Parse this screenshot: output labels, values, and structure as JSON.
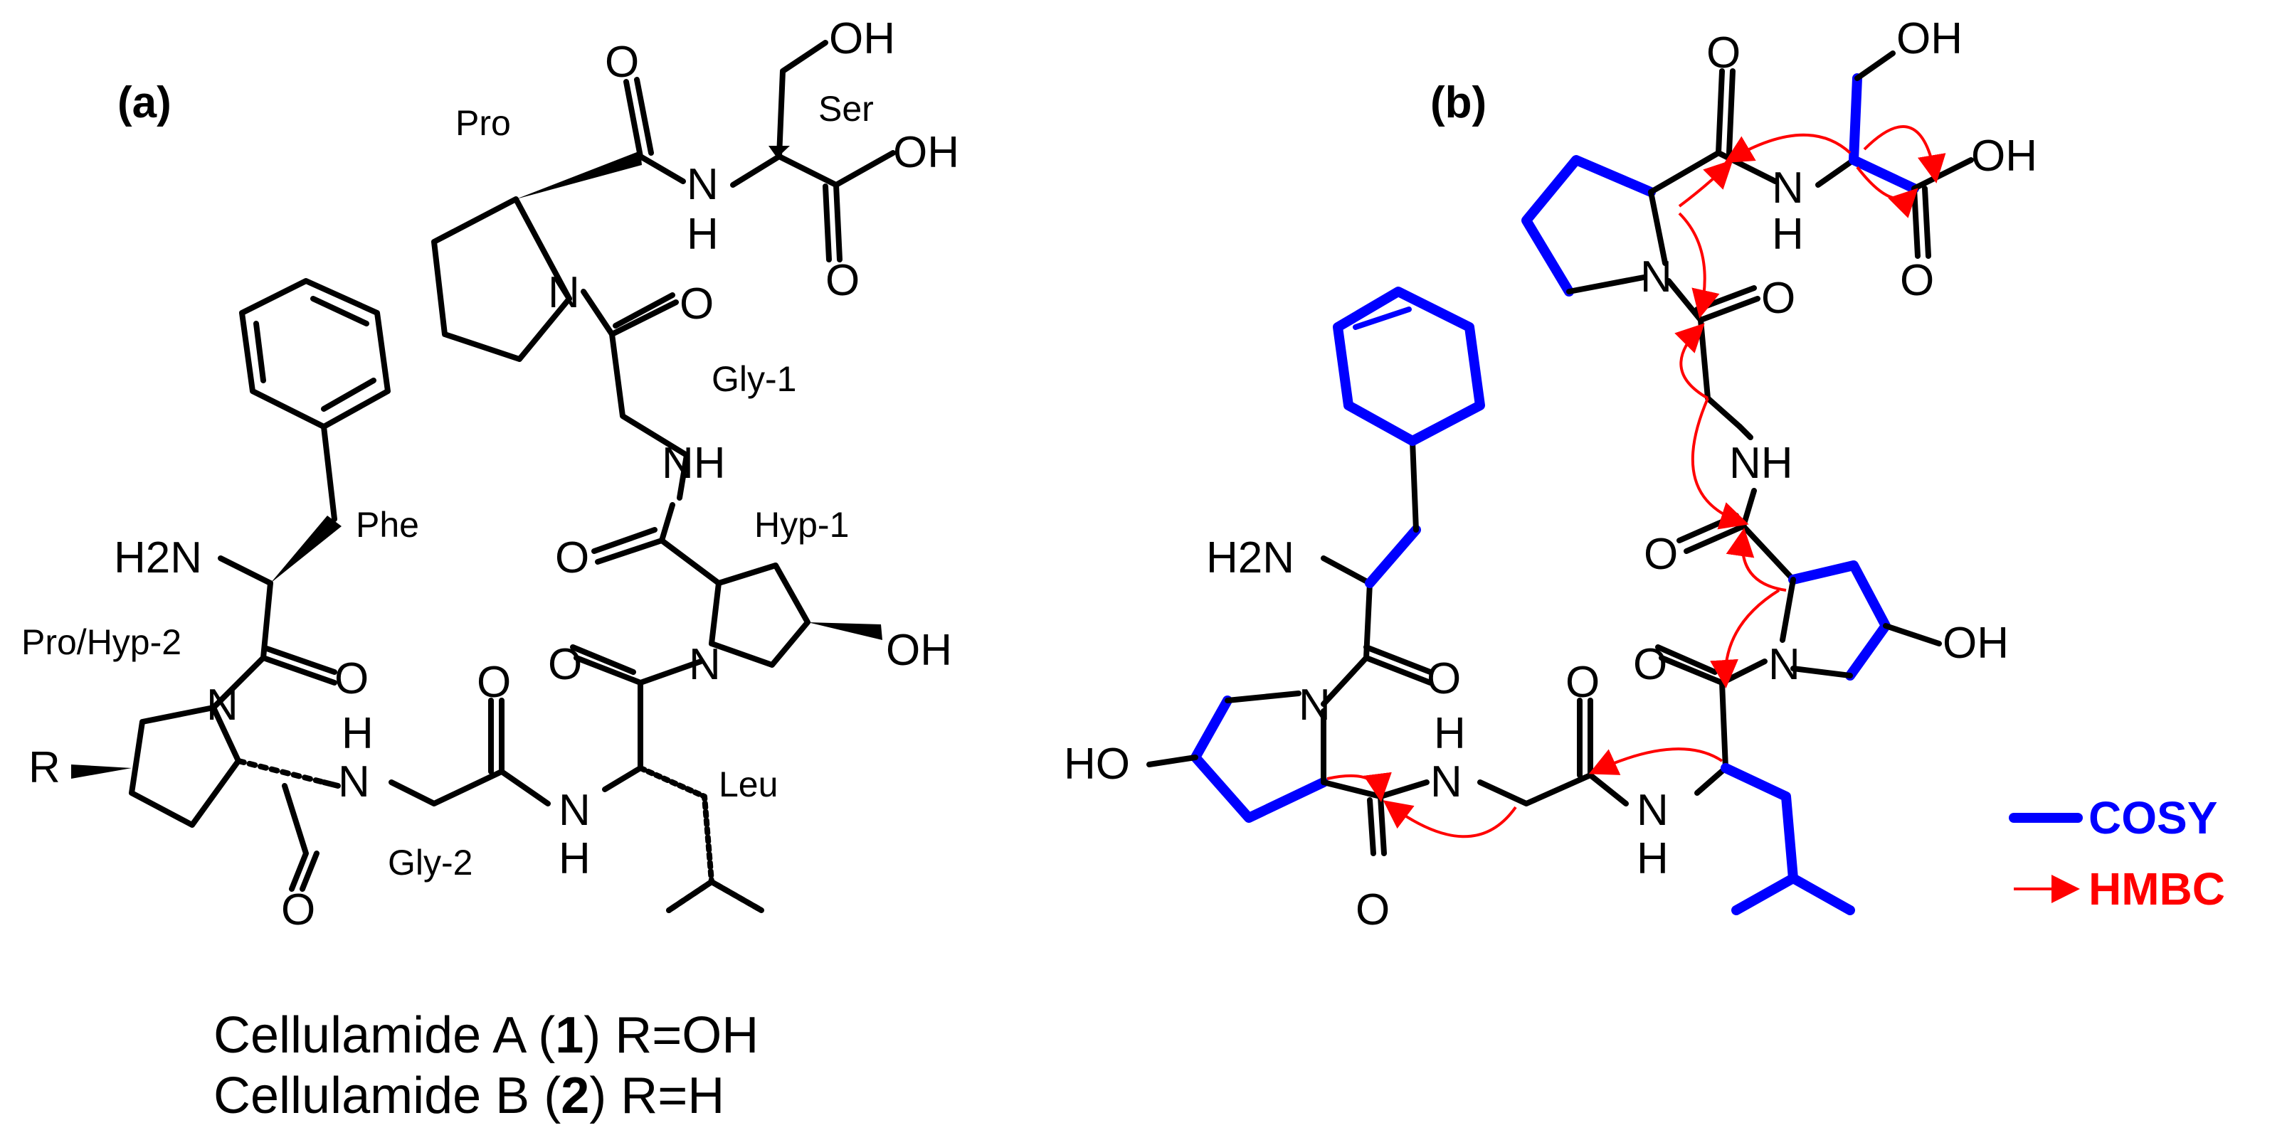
{
  "panels": {
    "a": "(a)",
    "b": "(b)"
  },
  "residues": {
    "pro": "Pro",
    "ser": "Ser",
    "gly1": "Gly-1",
    "phe": "Phe",
    "hyp1": "Hyp-1",
    "prohyp2": "Pro/Hyp-2",
    "leu": "Leu",
    "gly2": "Gly-2"
  },
  "atoms": {
    "oh": "OH",
    "o": "O",
    "n": "N",
    "nh": "NH",
    "h": "H",
    "h2n": "H2N",
    "ho": "HO",
    "r": "R"
  },
  "captions": {
    "line1_prefix": "Cellulamide A (",
    "line1_num": "1",
    "line1_suffix": ") R=OH",
    "line2_prefix": "Cellulamide B (",
    "line2_num": "2",
    "line2_suffix": ") R=H"
  },
  "legend": {
    "cosy": "COSY",
    "hmbc": "HMBC",
    "cosy_color": "#0000ff",
    "hmbc_color": "#ff0000"
  }
}
